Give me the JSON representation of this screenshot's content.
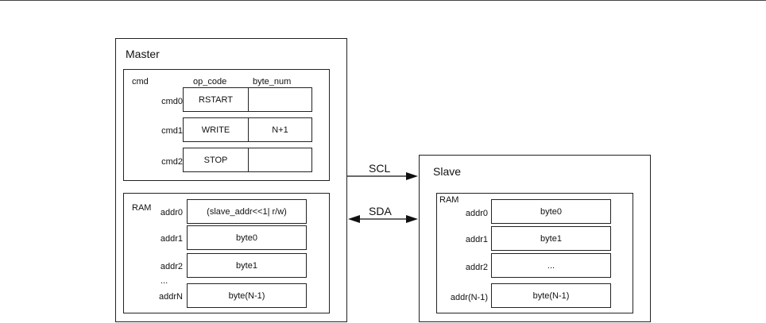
{
  "master": {
    "title": "Master",
    "cmd": {
      "label": "cmd",
      "col_op_code": "op_code",
      "col_byte_num": "byte_num",
      "rows": [
        {
          "name": "cmd0",
          "op_code": "RSTART",
          "byte_num": ""
        },
        {
          "name": "cmd1",
          "op_code": "WRITE",
          "byte_num": "N+1"
        },
        {
          "name": "cmd2",
          "op_code": "STOP",
          "byte_num": ""
        }
      ]
    },
    "ram": {
      "label": "RAM",
      "rows": [
        {
          "addr": "addr0",
          "value": "(slave_addr<<1| r/w)"
        },
        {
          "addr": "addr1",
          "value": "byte0"
        },
        {
          "addr": "addr2",
          "value": "byte1"
        },
        {
          "addr": "addrN",
          "value": "byte(N-1)"
        }
      ],
      "ellipsis": "..."
    }
  },
  "signals": {
    "scl": "SCL",
    "sda": "SDA"
  },
  "slave": {
    "title": "Slave",
    "ram": {
      "label": "RAM",
      "rows": [
        {
          "addr": "addr0",
          "value": "byte0"
        },
        {
          "addr": "addr1",
          "value": "byte1"
        },
        {
          "addr": "addr2",
          "value": "..."
        },
        {
          "addr": "addr(N-1)",
          "value": "byte(N-1)"
        }
      ]
    }
  }
}
